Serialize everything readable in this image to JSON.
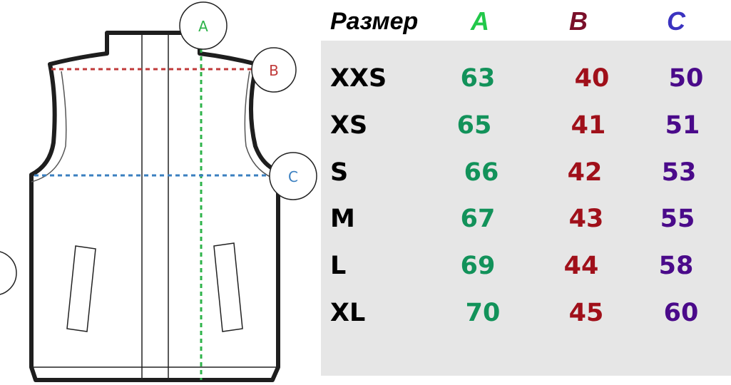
{
  "diagram": {
    "labels": {
      "a": "A",
      "b": "B",
      "c": "C"
    },
    "colors": {
      "a": "#2eb34a",
      "b": "#c03a3a",
      "c": "#3a7fc0"
    }
  },
  "table": {
    "header": {
      "size": "Размер",
      "a": "A",
      "b": "B",
      "c": "C"
    },
    "header_colors": {
      "a": "#22c84a",
      "b": "#7a0f2a",
      "c": "#3b33c0"
    },
    "value_colors": {
      "a": "#12925a",
      "b": "#a0101a",
      "c": "#4a0a8a"
    },
    "rows": [
      {
        "size": "XXS",
        "a": "63",
        "b": "40",
        "c": "50"
      },
      {
        "size": "XS",
        "a": "65",
        "b": "41",
        "c": "51"
      },
      {
        "size": "S",
        "a": "66",
        "b": "42",
        "c": "53"
      },
      {
        "size": "M",
        "a": "67",
        "b": "43",
        "c": "55"
      },
      {
        "size": "L",
        "a": "69",
        "b": "44",
        "c": "58"
      },
      {
        "size": "XL",
        "a": "70",
        "b": "45",
        "c": "60"
      }
    ]
  }
}
